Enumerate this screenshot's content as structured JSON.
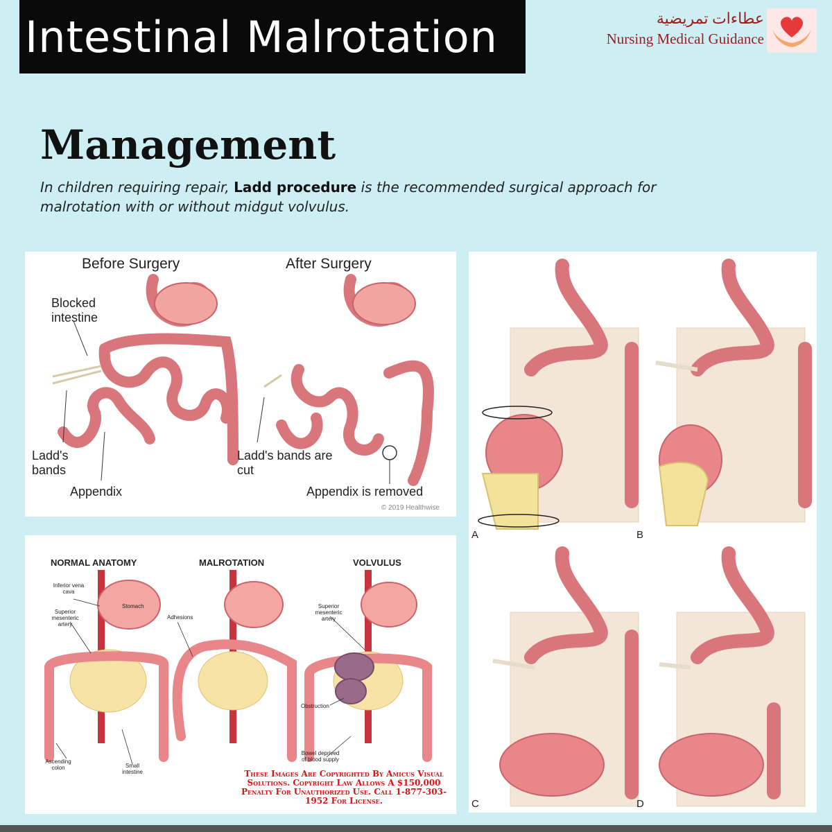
{
  "header": {
    "title": "Intestinal Malrotation",
    "brand_arabic": "عطاءات تمريضية",
    "brand_english": "Nursing Medical Guidance"
  },
  "section": {
    "heading": "Management",
    "text_before": "In children requiring repair, ",
    "text_bold": "Ladd procedure",
    "text_after": " is the recommended surgical approach for malrotation with or without midgut volvulus."
  },
  "figure1": {
    "before_title": "Before Surgery",
    "after_title": "After Surgery",
    "blocked": "Blocked intestine",
    "ladds_bands": "Ladd's bands",
    "appendix": "Appendix",
    "bands_cut": "Ladd's bands are cut",
    "appendix_removed": "Appendix is removed",
    "credit": "© 2019 Healthwise"
  },
  "figure2": {
    "normal": "NORMAL ANATOMY",
    "malrotation": "MALROTATION",
    "volvulus": "VOLVULUS",
    "ivc": "Inferior vena cava",
    "stomach": "Stomach",
    "sma_left": "Superior mesenteric artery",
    "adhesions": "Adhesions",
    "sma_right": "Superior mesenteric artery",
    "obstruction": "Obstruction",
    "bowel": "Bowel deprived of blood supply",
    "ascending": "Ascending colon",
    "small": "Small intestine",
    "copyright": "These Images Are Copyrighted By Amicus Visual Solutions. Copyright Law Allows A $150,000 Penalty For Unauthorized Use. Call 1-877-303-1952 For License."
  },
  "figure3": {
    "a": "A",
    "b": "B",
    "c": "C",
    "d": "D"
  },
  "colors": {
    "background": "#cdeff4",
    "title_bar": "#0a0a0a",
    "brand": "#9b1c1c",
    "intestine": "#e8868a",
    "copyright": "#dd1111"
  }
}
